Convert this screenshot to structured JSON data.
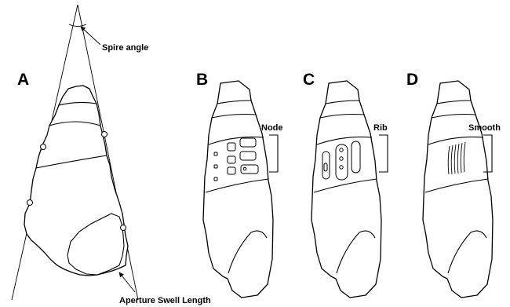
{
  "panels": {
    "a": {
      "letter": "A",
      "spire_label": "Spire angle",
      "aperture_label": "Aperture Swell Length"
    },
    "b": {
      "letter": "B",
      "sculpture_label": "Node"
    },
    "c": {
      "letter": "C",
      "sculpture_label": "Rib"
    },
    "d": {
      "letter": "D",
      "sculpture_label": "Smooth"
    }
  }
}
